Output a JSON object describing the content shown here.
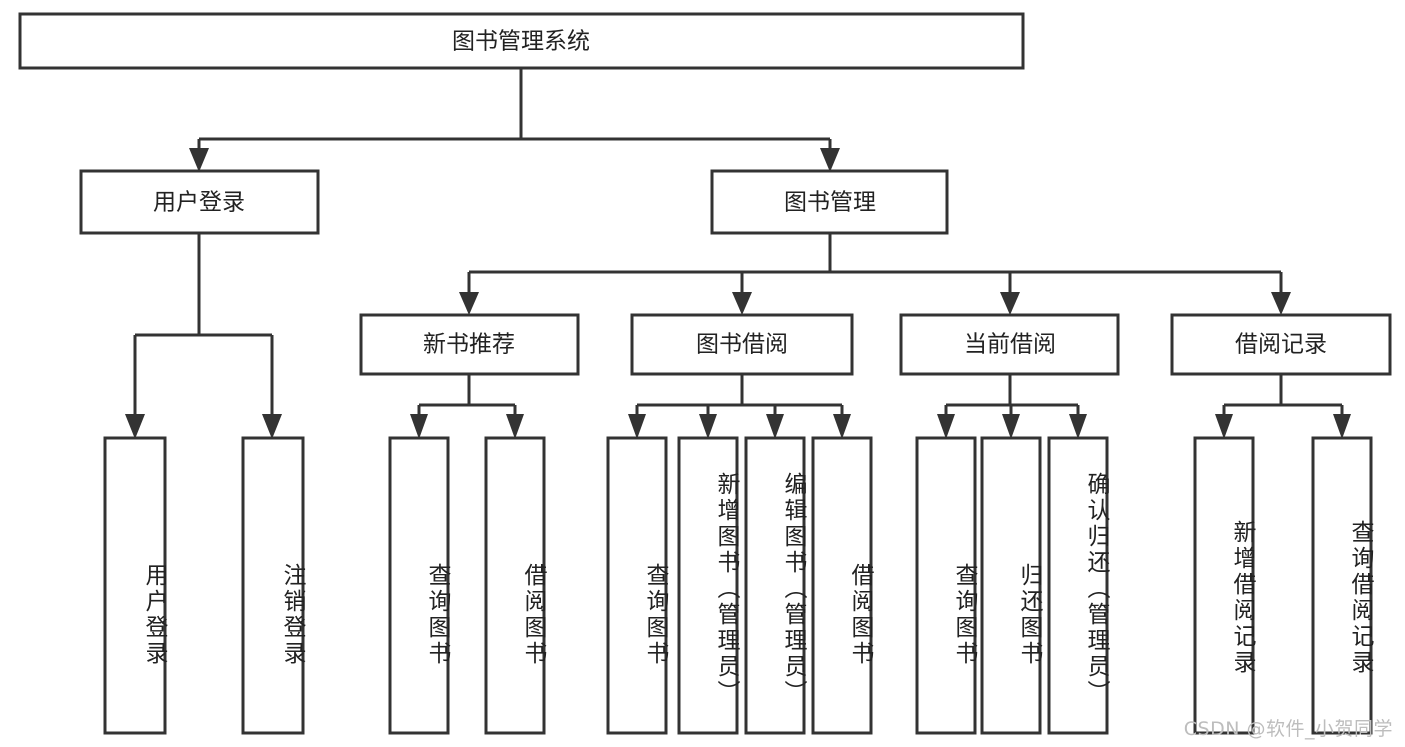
{
  "diagram": {
    "type": "tree-hierarchy-functional-decomposition",
    "root": {
      "id": "root",
      "label": "图书管理系统",
      "orientation": "horizontal"
    },
    "level2": [
      {
        "id": "user-login",
        "label": "用户登录",
        "orientation": "horizontal"
      },
      {
        "id": "book-management",
        "label": "图书管理",
        "orientation": "horizontal"
      }
    ],
    "level3": [
      {
        "id": "new-book-recommend",
        "label": "新书推荐",
        "orientation": "horizontal",
        "parent": "book-management"
      },
      {
        "id": "book-borrow",
        "label": "图书借阅",
        "orientation": "horizontal",
        "parent": "book-management"
      },
      {
        "id": "current-borrow",
        "label": "当前借阅",
        "orientation": "horizontal",
        "parent": "book-management"
      },
      {
        "id": "borrow-record",
        "label": "借阅记录",
        "orientation": "horizontal",
        "parent": "book-management"
      }
    ],
    "leaves": [
      {
        "id": "leaf-user-login",
        "label": "用户登录",
        "orientation": "vertical",
        "parent": "user-login"
      },
      {
        "id": "leaf-logout-login",
        "label": "注销登录",
        "orientation": "vertical",
        "parent": "user-login"
      },
      {
        "id": "leaf-query-book-1",
        "label": "查询图书",
        "orientation": "vertical",
        "parent": "new-book-recommend"
      },
      {
        "id": "leaf-borrow-book-1",
        "label": "借阅图书",
        "orientation": "vertical",
        "parent": "new-book-recommend"
      },
      {
        "id": "leaf-query-book-2",
        "label": "查询图书",
        "orientation": "vertical",
        "parent": "book-borrow"
      },
      {
        "id": "leaf-add-book",
        "label": "新增图书（管理员）",
        "orientation": "vertical",
        "parent": "book-borrow"
      },
      {
        "id": "leaf-edit-book",
        "label": "编辑图书（管理员）",
        "orientation": "vertical",
        "parent": "book-borrow"
      },
      {
        "id": "leaf-borrow-book-2",
        "label": "借阅图书",
        "orientation": "vertical",
        "parent": "book-borrow"
      },
      {
        "id": "leaf-query-book-3",
        "label": "查询图书",
        "orientation": "vertical",
        "parent": "current-borrow"
      },
      {
        "id": "leaf-return-book",
        "label": "归还图书",
        "orientation": "vertical",
        "parent": "current-borrow"
      },
      {
        "id": "leaf-confirm-return",
        "label": "确认归还（管理员）",
        "orientation": "vertical",
        "parent": "current-borrow"
      },
      {
        "id": "leaf-add-borrow-record",
        "label": "新增借阅记录",
        "orientation": "vertical",
        "parent": "borrow-record"
      },
      {
        "id": "leaf-query-borrow-record",
        "label": "查询借阅记录",
        "orientation": "vertical",
        "parent": "borrow-record"
      }
    ]
  },
  "watermark": {
    "text": "CSDN @软件_小贺同学"
  },
  "colors": {
    "box_stroke": "#333333",
    "box_fill": "#ffffff",
    "text": "#222222",
    "watermark": "#bdbdbd",
    "background": "#ffffff"
  }
}
